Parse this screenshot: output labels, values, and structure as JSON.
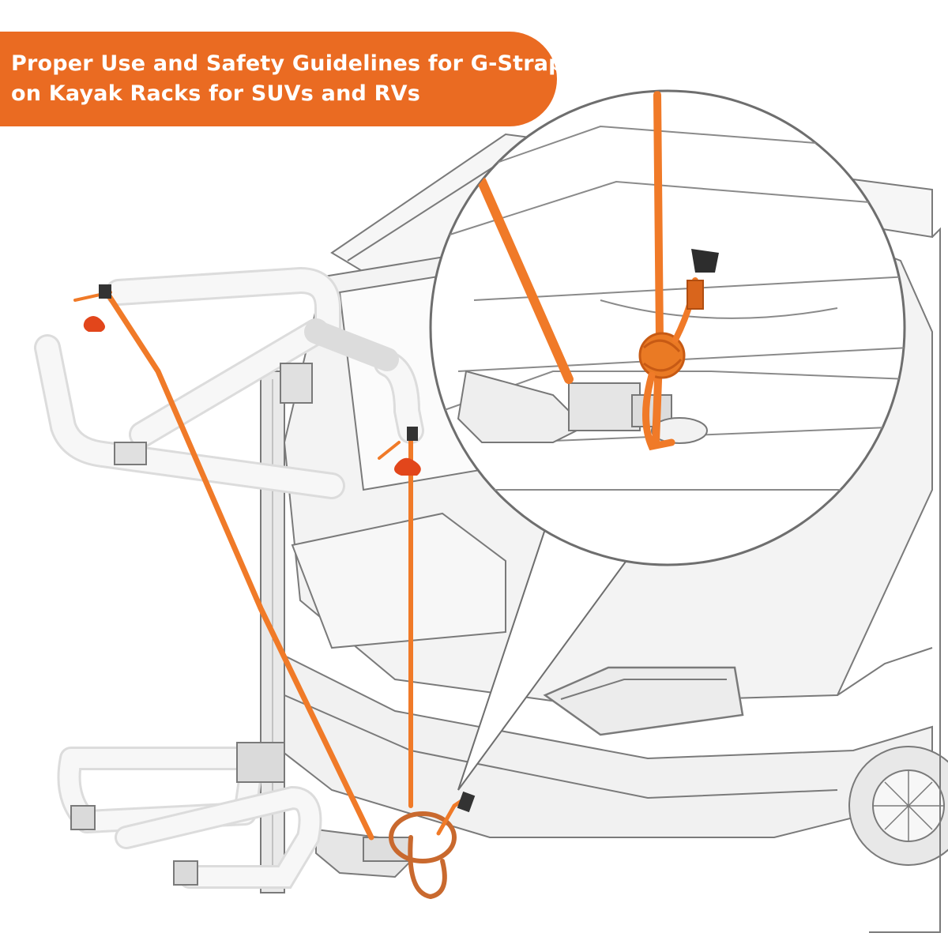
{
  "banner": {
    "line1": "Proper Use and Safety Guidelines for G-Straps",
    "line2": "on Kayak Racks for SUVs and RVs"
  },
  "colors": {
    "banner": "#EA6B22",
    "strap": "#F07A28",
    "strap_dark": "#D9651C",
    "loop": "#C9692E",
    "line_art": "#6E6E6E",
    "fill": "#F4F4F4"
  },
  "icons": {
    "vehicle": "suv-rear-illustration",
    "rack": "hitch-kayak-rack-illustration",
    "magnifier": "zoom-inset-circle"
  }
}
